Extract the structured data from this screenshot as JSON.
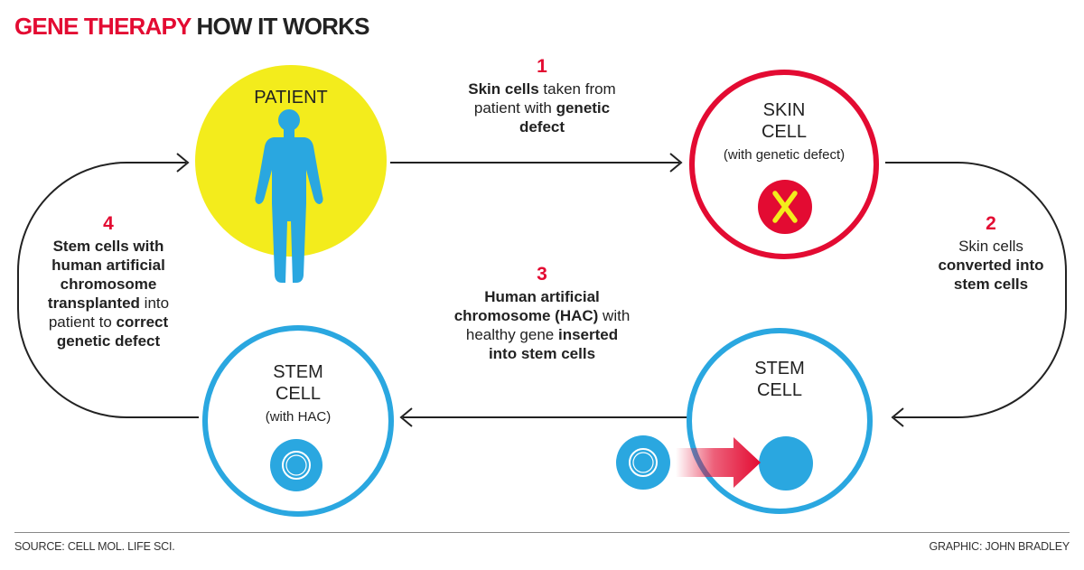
{
  "title": {
    "part1": "GENE THERAPY",
    "part2": "HOW IT WORKS"
  },
  "colors": {
    "accent_red": "#e30b32",
    "cell_blue": "#2aa7e0",
    "patient_yellow": "#f3ec1c",
    "line": "#222222"
  },
  "nodes": {
    "patient": {
      "label": "PATIENT"
    },
    "skin_cell": {
      "line1": "SKIN",
      "line2": "CELL",
      "note": "(with genetic defect)"
    },
    "stem_cell": {
      "line1": "STEM",
      "line2": "CELL"
    },
    "stem_cell_hac": {
      "line1": "STEM",
      "line2": "CELL",
      "note": "(with HAC)"
    }
  },
  "steps": [
    {
      "num": "1",
      "parts": [
        {
          "b": true,
          "t": "Skin cells"
        },
        {
          "b": false,
          "t": " taken from patient with "
        },
        {
          "b": true,
          "t": "genetic defect"
        }
      ]
    },
    {
      "num": "2",
      "parts": [
        {
          "b": false,
          "t": "Skin cells "
        },
        {
          "b": true,
          "t": "converted into stem cells"
        }
      ]
    },
    {
      "num": "3",
      "parts": [
        {
          "b": true,
          "t": "Human artificial chromosome (HAC)"
        },
        {
          "b": false,
          "t": " with healthy gene "
        },
        {
          "b": true,
          "t": "inserted into stem cells"
        }
      ]
    },
    {
      "num": "4",
      "parts": [
        {
          "b": true,
          "t": "Stem cells with human artificial chromosome transplanted"
        },
        {
          "b": false,
          "t": " into patient to "
        },
        {
          "b": true,
          "t": "correct genetic defect"
        }
      ]
    }
  ],
  "footer": {
    "source": "SOURCE: CELL MOL. LIFE SCI.",
    "credit": "GRAPHIC: JOHN BRADLEY"
  }
}
